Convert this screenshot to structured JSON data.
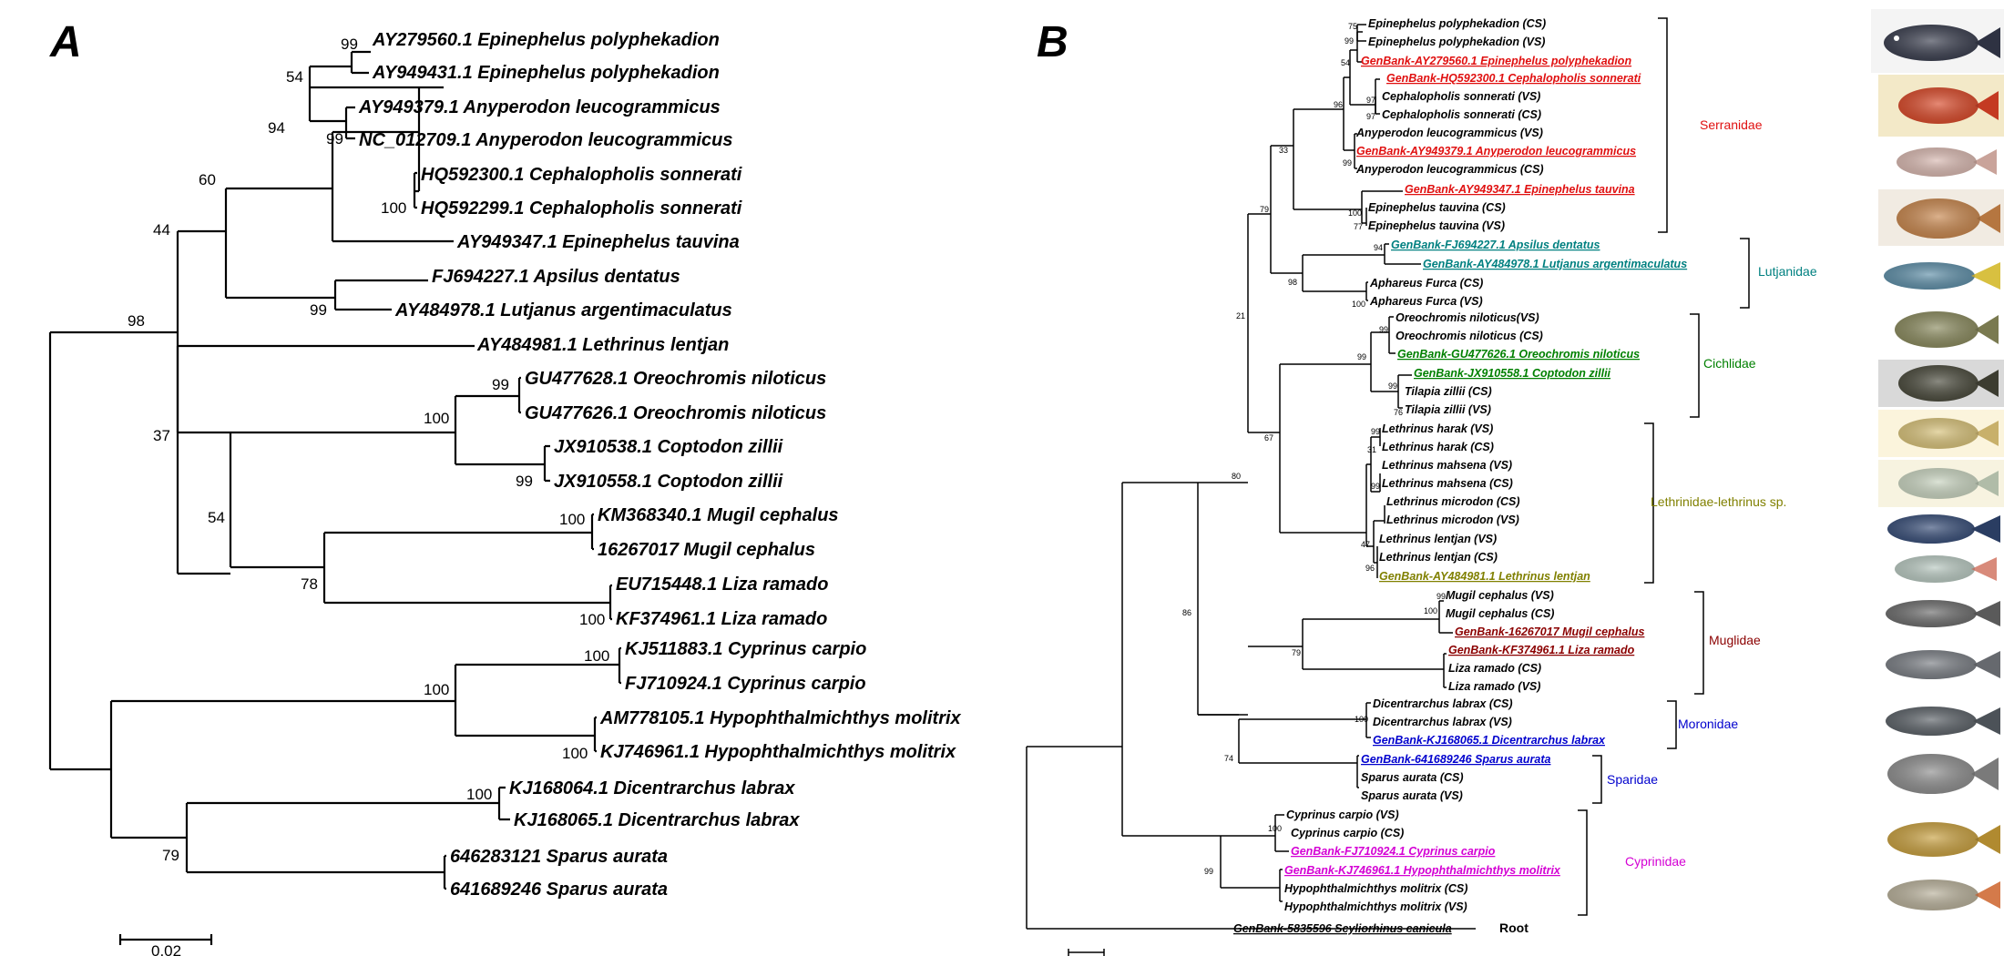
{
  "panels": {
    "a_label": "A",
    "b_label": "B"
  },
  "tree_a": {
    "scale_label": "0.02",
    "taxa": [
      "AY279560.1 Epinephelus polyphekadion",
      "AY949431.1 Epinephelus polyphekadion",
      "AY949379.1 Anyperodon leucogrammicus",
      "NC_012709.1 Anyperodon leucogrammicus",
      "HQ592300.1 Cephalopholis sonnerati",
      "HQ592299.1 Cephalopholis sonnerati",
      "AY949347.1 Epinephelus tauvina",
      "FJ694227.1 Apsilus dentatus",
      "AY484978.1 Lutjanus argentimaculatus",
      "AY484981.1 Lethrinus lentjan",
      "GU477628.1 Oreochromis niloticus",
      "GU477626.1 Oreochromis niloticus",
      "JX910538.1 Coptodon zillii",
      "JX910558.1 Coptodon zillii",
      "KM368340.1 Mugil cephalus",
      "16267017 Mugil cephalus",
      "EU715448.1 Liza ramado",
      "KF374961.1 Liza ramado",
      "KJ511883.1 Cyprinus carpio",
      "FJ710924.1 Cyprinus carpio",
      "AM778105.1 Hypophthalmichthys molitrix",
      "KJ746961.1 Hypophthalmichthys molitrix",
      "KJ168064.1 Dicentrarchus labrax",
      "KJ168065.1 Dicentrarchus labrax",
      "646283121 Sparus aurata",
      "641689246 Sparus aurata"
    ],
    "bootstrap": [
      "99",
      "54",
      "94",
      "99",
      "100",
      "60",
      "44",
      "99",
      "98",
      "99",
      "100",
      "99",
      "37",
      "100",
      "54",
      "78",
      "100",
      "100",
      "100",
      "100",
      "79",
      "100"
    ]
  },
  "tree_b": {
    "root_label": "Root",
    "taxa": [
      "Epinephelus polyphekadion (CS)",
      "Epinephelus polyphekadion (VS)",
      "GenBank-AY279560.1 Epinephelus polyphekadion",
      "GenBank-HQ592300.1 Cephalopholis sonnerati",
      "Cephalopholis sonnerati (VS)",
      "Cephalopholis  sonnerati (CS)",
      "Anyperodon leucogrammicus (VS)",
      "GenBank-AY949379.1 Anyperodon leucogrammicus",
      "Anyperodon leucogrammicus (CS)",
      "GenBank-AY949347.1 Epinephelus tauvina",
      "Epinephelus tauvina (CS)",
      "Epinephelus tauvina (VS)",
      "GenBank-FJ694227.1 Apsilus dentatus",
      "GenBank-AY484978.1 Lutjanus argentimaculatus",
      "Aphareus Furca (CS)",
      "Aphareus Furca (VS)",
      "Oreochromis niloticus(VS)",
      "Oreochromis niloticus (CS)",
      "GenBank-GU477626.1 Oreochromis niloticus",
      "GenBank-JX910558.1 Coptodon zillii",
      "Tilapia zillii (CS)",
      "Tilapia zillii (VS)",
      "Lethrinus harak (VS)",
      "Lethrinus harak (CS)",
      "Lethrinus mahsena (VS)",
      "Lethrinus mahsena (CS)",
      "Lethrinus microdon (CS)",
      "Lethrinus microdon (VS)",
      "Lethrinus lentjan (VS)",
      "Lethrinus lentjan (CS)",
      "GenBank-AY484981.1 Lethrinus lentjan",
      "Mugil cephalus (VS)",
      "Mugil cephalus (CS)",
      "GenBank-16267017 Mugil cephalus",
      "GenBank-KF374961.1 Liza ramado",
      "Liza ramado (CS)",
      "Liza ramado (VS)",
      "Dicentrarchus labrax (CS)",
      "Dicentrarchus labrax (VS)",
      "GenBank-KJ168065.1 Dicentrarchus labrax",
      "GenBank-641689246 Sparus aurata",
      "Sparus aurata (CS)",
      "Sparus aurata (VS)",
      "Cyprinus carpio (VS)",
      "Cyprinus carpio (CS)",
      "GenBank-FJ710924.1 Cyprinus carpio",
      "GenBank-KJ746961.1 Hypophthalmichthys molitrix",
      "Hypophthalmichthys molitrix (CS)",
      "Hypophthalmichthys molitrix (VS)",
      "GenBank-5835596 Scyliorhinus canicula"
    ],
    "bootstrap": [
      "75",
      "99",
      "54",
      "97",
      "97",
      "96",
      "99",
      "33",
      "100",
      "77",
      "79",
      "94",
      "98",
      "100",
      "99",
      "99",
      "76",
      "21",
      "99",
      "31",
      "99",
      "99",
      "47",
      "96",
      "67",
      "80",
      "99",
      "100",
      "79",
      "86",
      "100",
      "74",
      "100",
      "99"
    ],
    "families": [
      {
        "name": "Serranidae",
        "color": "#e01010"
      },
      {
        "name": "Lutjanidae",
        "color": "#008080"
      },
      {
        "name": "Cichlidae",
        "color": "#008000"
      },
      {
        "name": "Lethrinidae-lethrinus sp.",
        "color": "#808000"
      },
      {
        "name": "Muglidae",
        "color": "#8b0000"
      },
      {
        "name": "Moronidae",
        "color": "#0000cd"
      },
      {
        "name": "Sparidae",
        "color": "#0000cd"
      },
      {
        "name": "Cyprinidae",
        "color": "#d400d4"
      }
    ],
    "colors": {
      "genbank_serranidae": "#e01010",
      "genbank_lutjanidae": "#008080",
      "genbank_cichlidae": "#008000",
      "genbank_lethrinidae": "#808000",
      "genbank_muglidae": "#8b0000",
      "genbank_moronidae": "#0000cd",
      "genbank_cyprinidae": "#d400d4"
    }
  }
}
